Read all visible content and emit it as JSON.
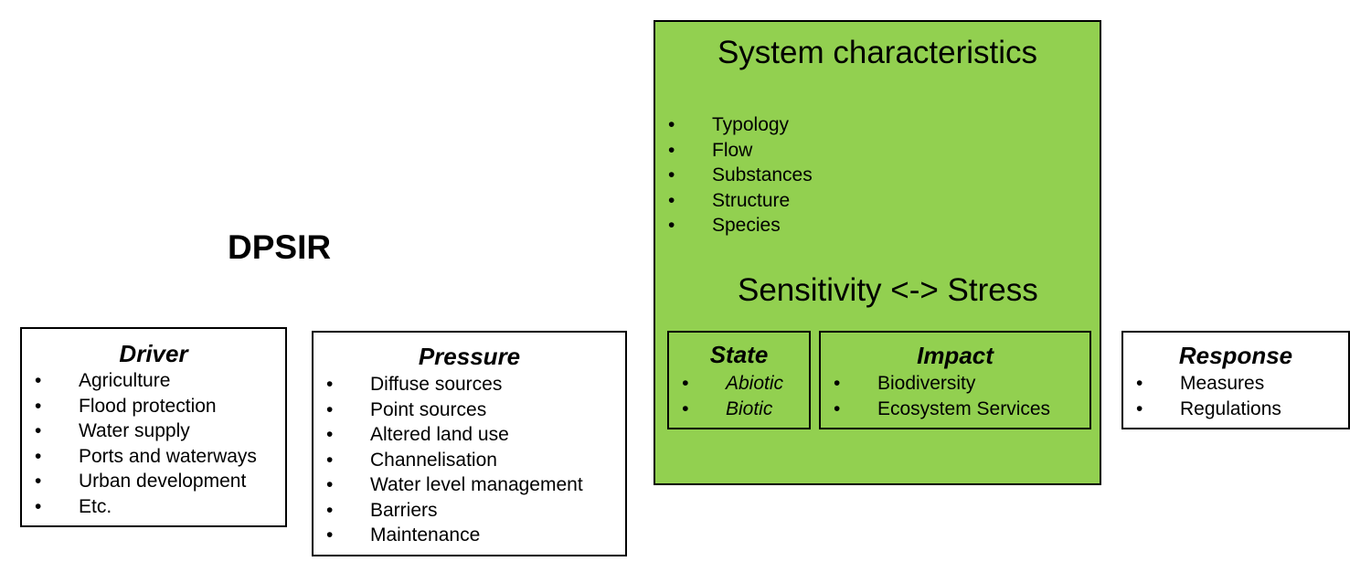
{
  "title": "DPSIR",
  "driver": {
    "title": "Driver",
    "items": [
      "Agriculture",
      "Flood protection",
      "Water supply",
      "Ports and waterways",
      "Urban development",
      "Etc."
    ]
  },
  "pressure": {
    "title": "Pressure",
    "items": [
      "Diffuse sources",
      "Point sources",
      "Altered land use",
      "Channelisation",
      "Water level management",
      "Barriers",
      "Maintenance"
    ]
  },
  "system": {
    "title": "System characteristics",
    "items": [
      "Typology",
      "Flow",
      "Substances",
      "Structure",
      "Species"
    ],
    "sensitivity_label": "Sensitivity <-> Stress",
    "fill_color": "#92d050"
  },
  "state": {
    "title": "State",
    "items": [
      "Abiotic",
      "Biotic"
    ]
  },
  "impact": {
    "title": "Impact",
    "items": [
      "Biodiversity",
      "Ecosystem Services"
    ]
  },
  "response": {
    "title": "Response",
    "items": [
      "Measures",
      "Regulations"
    ]
  },
  "bullet": "•"
}
